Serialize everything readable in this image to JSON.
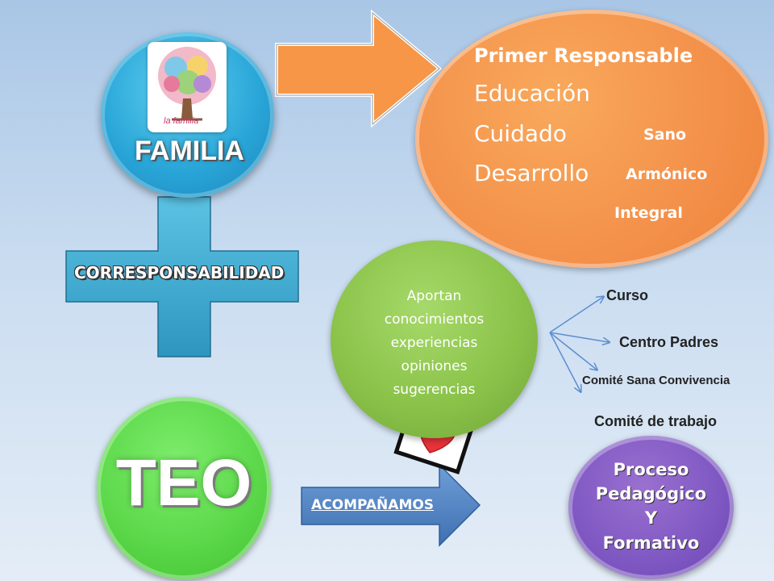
{
  "familia": {
    "label": "FAMILIA",
    "image_caption": "la familia"
  },
  "responsabilidad": {
    "head": "Primer  Responsable",
    "items": [
      "Educación",
      "Cuidado",
      "Desarrollo"
    ],
    "desarrollo_branches": [
      "Sano",
      "Armónico",
      "Integral"
    ]
  },
  "corresponsabilidad": {
    "label": "CORRESPONSABILIDAD"
  },
  "aportan": {
    "lines": [
      "Aportan",
      "conocimientos",
      "experiencias",
      "opiniones",
      "sugerencias"
    ]
  },
  "instancias": [
    "Curso",
    "Centro Padres",
    "Comité Sana Convivencia",
    "Comité de trabajo"
  ],
  "teo": {
    "label": "TEO"
  },
  "acompanamos": {
    "label": "ACOMPAÑAMOS"
  },
  "proceso": {
    "lines": [
      "Proceso",
      "Pedagógico",
      "Y",
      "Formativo"
    ]
  },
  "colors": {
    "familia_circle": "#2aa6d8",
    "responsable_ellipse": "#f3904a",
    "cross": "#3aa8cc",
    "aportan_circle": "#8bc34a",
    "teo_circle": "#5cd84a",
    "acompanamos_arrow": "#4f81bd",
    "proceso_circle": "#7e57c2",
    "heart": "#e8323a"
  }
}
